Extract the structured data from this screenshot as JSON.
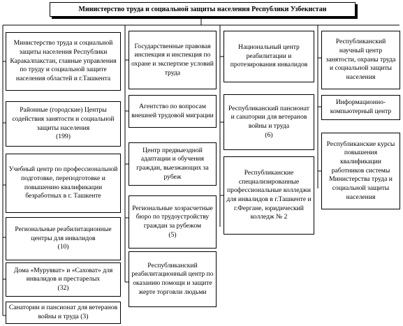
{
  "title": "Министерство труда и социальной защиты населения Республики Узбекистан",
  "columns": [
    {
      "items": [
        "Министерство труда и социальной защиты населения Республики Каракалпакстан, главные управления по труду и социальной защите населения областей и г.Ташкента",
        "Районные (городские) Центры содействия занятости и социальной защиты населения\n(199)",
        "Учебный центр по профессиональной подготовке, переподготовке и повышению квалификации безработных в г. Ташкенте",
        "Региональные реабилитационные центры для инвалидов\n(10)",
        "Дома «Мурувват» и «Саховат» для инвалидов и престарелых\n(32)",
        "Санатории и пансионат для ветеранов войны и труда (3)"
      ]
    },
    {
      "items": [
        "Государственные правовая инспекция и инспекция по охране и экспертизе условий труда",
        "Агентство по вопросам внешней трудовой миграции",
        "Центр предвыездной адаптации и обучения граждан, выезжающих за рубеж",
        "Региональные хозрасчетные бюро по трудоустройству граждан за рубежом\n(5)",
        "Республиканский реабилитационный центр по оказанию помощи и защите жерте торговли людьми"
      ]
    },
    {
      "items": [
        "Национальный центр реабилитации и протезирования инвалидов",
        "Республиканский пансионат и санатории для ветеранов войны и труда\n(6)",
        "Республиканские специализированные профессиональные колледжи для инвалидов в г.Ташкенте и г.Фергане, юридический колледж № 2"
      ]
    },
    {
      "items": [
        "Республиканский научный центр занятости, охраны труда и социальной защиты населения",
        "Информационно-компьютерный центр",
        "Республиканские курсы повышения квалификации работников системы Министерства труда и социальной защиты населения"
      ]
    }
  ]
}
